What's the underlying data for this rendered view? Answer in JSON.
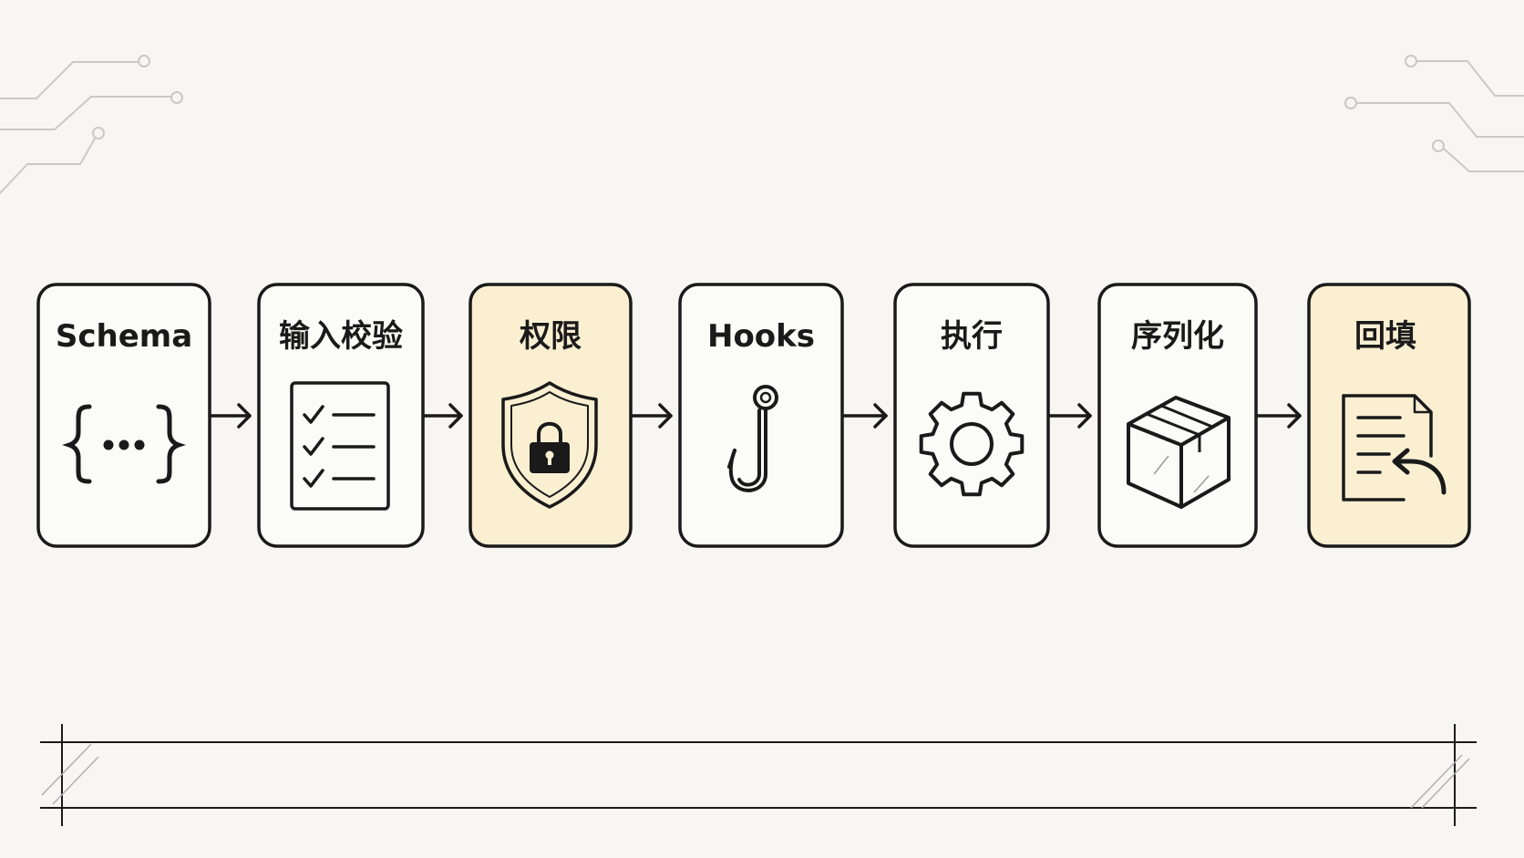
{
  "pipeline": {
    "steps": [
      {
        "label": "Schema",
        "icon": "curly-braces-icon",
        "highlight": false
      },
      {
        "label": "输入校验",
        "icon": "checklist-icon",
        "highlight": false
      },
      {
        "label": "权限",
        "icon": "shield-lock-icon",
        "highlight": true
      },
      {
        "label": "Hooks",
        "icon": "hook-icon",
        "highlight": false
      },
      {
        "label": "执行",
        "icon": "gear-icon",
        "highlight": false
      },
      {
        "label": "序列化",
        "icon": "box-icon",
        "highlight": false
      },
      {
        "label": "回填",
        "icon": "document-return-icon",
        "highlight": true
      }
    ],
    "colors": {
      "highlight_fill": "#fbefd2",
      "box_fill": "#fbfbf8",
      "stroke": "#1a1a1a",
      "background": "#f7f6f2",
      "circuit": "#c9c9c6"
    }
  }
}
